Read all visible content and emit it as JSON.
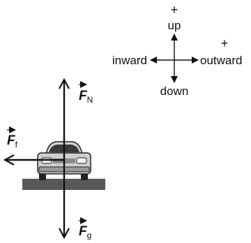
{
  "axes": {
    "up_sign": "+",
    "up_label": "up",
    "right_sign": "+",
    "right_label": "outward",
    "left_label": "inward",
    "down_label": "down"
  },
  "forces": {
    "normal": {
      "symbol": "F",
      "subscript": "N"
    },
    "friction": {
      "symbol": "F",
      "subscript": "f"
    },
    "gravity": {
      "symbol": "F",
      "subscript": "g"
    }
  },
  "icons": [
    "car-icon",
    "road-surface"
  ]
}
